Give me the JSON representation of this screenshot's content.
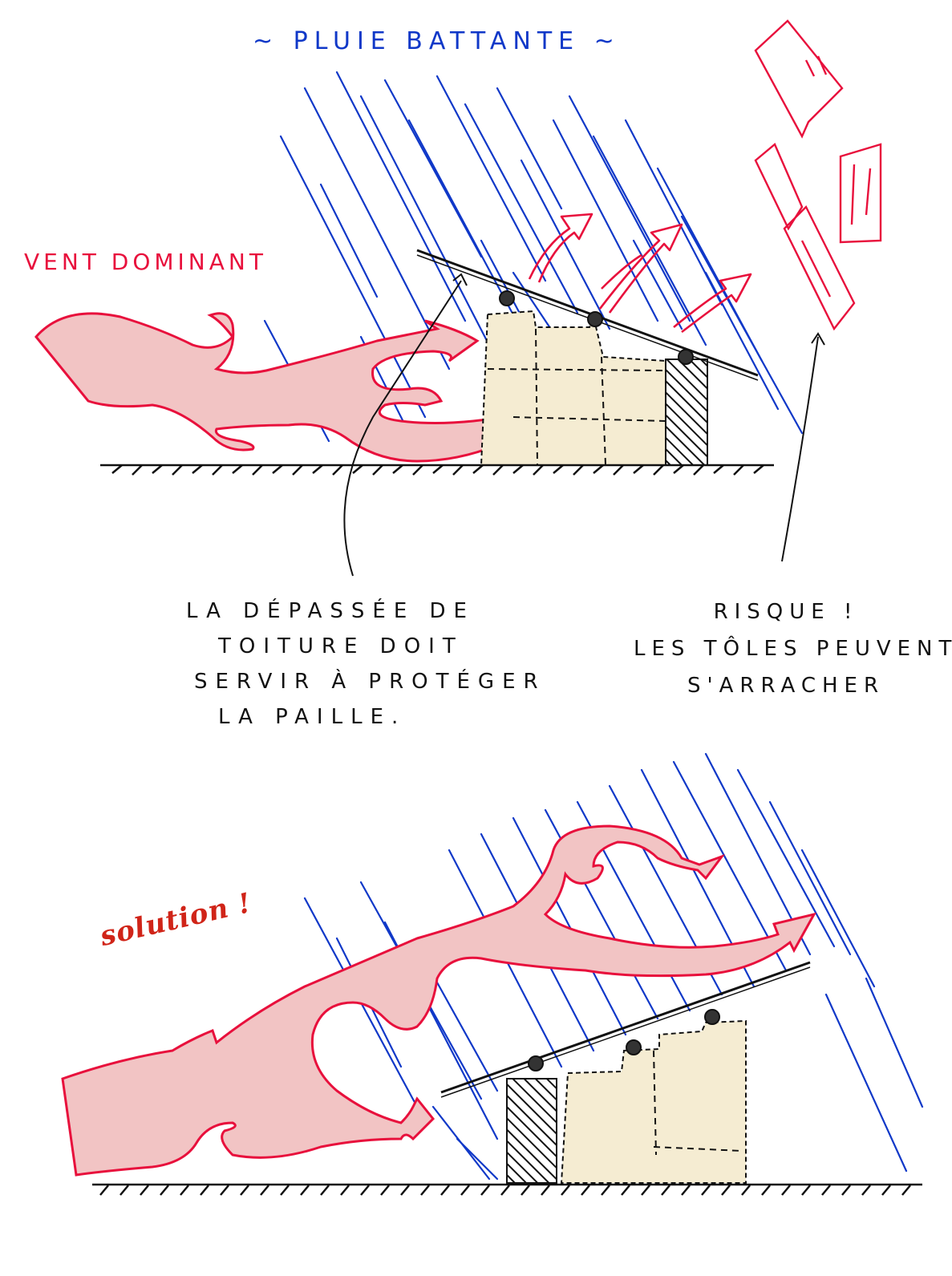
{
  "diagram": {
    "top_scene": {
      "title": "~ PLUIE BATTANTE ~",
      "wind_label": "VENT DOMINANT",
      "note_overhang": {
        "lines": [
          "LA DÉPASSÉE DE",
          "TOITURE DOIT",
          "SERVIR À PROTÉGER",
          "LA PAILLE."
        ]
      },
      "note_risk": {
        "lines": [
          "RISQUE !",
          "LES TÔLES PEUVENT",
          "S'ARRACHER"
        ]
      }
    },
    "bottom_scene": {
      "label": "solution !"
    },
    "colors": {
      "rain": "#1038c8",
      "wind_stroke": "#e8103c",
      "wind_fill": "#f2c4c4",
      "straw": "#f5ecd2",
      "ink": "#111111",
      "solution_text": "#d02418"
    }
  }
}
